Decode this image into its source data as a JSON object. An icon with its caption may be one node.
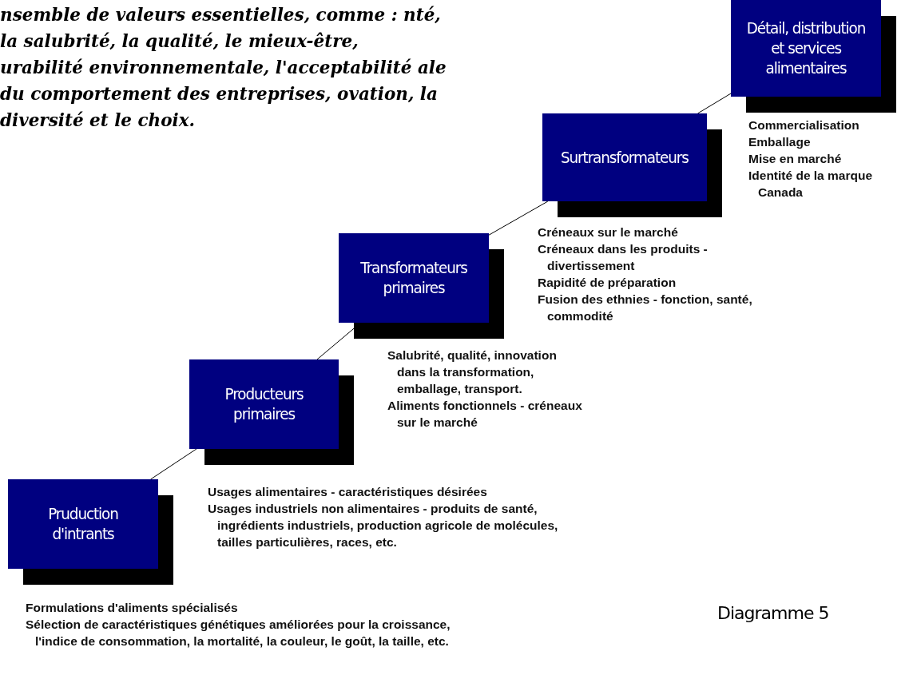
{
  "diagram": {
    "nodes": [
      {
        "text": [
          "Pruduction d'intrants"
        ],
        "beside": [
          "Formulations d'aliments spécialisés",
          "Sélection de caractéristiques génétiques améliorées pour la croissance, l'indice de consommation, la mortalité, la couleur, le goût, la taille, etc."
        ]
      },
      {
        "text": [
          "Producteurs primaires"
        ],
        "beside": [
          "Usages alimentaires - caractéristiques désirées",
          "Usages industriels non alimentaires - produits de santé, ingrédients industriels, production agricole de molécules, tailles particulières, races, etc."
        ]
      },
      {
        "text": [
          "Transformateurs primaires"
        ],
        "beside": [
          "Salubrité, qualité, innovation dans la transformation, emballage, transport.",
          "Aliments fonctionnels - créneaux sur le marché"
        ]
      },
      {
        "text": [
          "Surtransformateurs"
        ],
        "beside": [
          "Créneaux sur le marché",
          "Créneaux dans les produits - divertissement",
          "Rapidité de préparation",
          "Fusion des ethnies - fonction, santé, commodité"
        ]
      },
      {
        "text": [
          "Détail, distribution et services alimentaires"
        ],
        "beside": [
          "Commercialisation",
          "Emballage",
          "Mise en marché",
          "Identité de la marque Canada"
        ]
      }
    ],
    "edges": [
      {
        "from": 0,
        "to": 1,
        "arrow": "none"
      },
      {
        "from": 1,
        "to": 2,
        "arrow": "none"
      },
      {
        "from": 2,
        "to": 3,
        "arrow": "none"
      },
      {
        "from": 3,
        "to": 4,
        "arrow": "none"
      }
    ],
    "labels": [
      "nsemble de valeurs essentielles, comme : nté, la salubrité, la qualité, le mieux-être, urabilité environnementale, l'acceptabilité ale du comportement des entreprises, ovation, la diversité et le choix.",
      "Diagramme 5"
    ]
  }
}
